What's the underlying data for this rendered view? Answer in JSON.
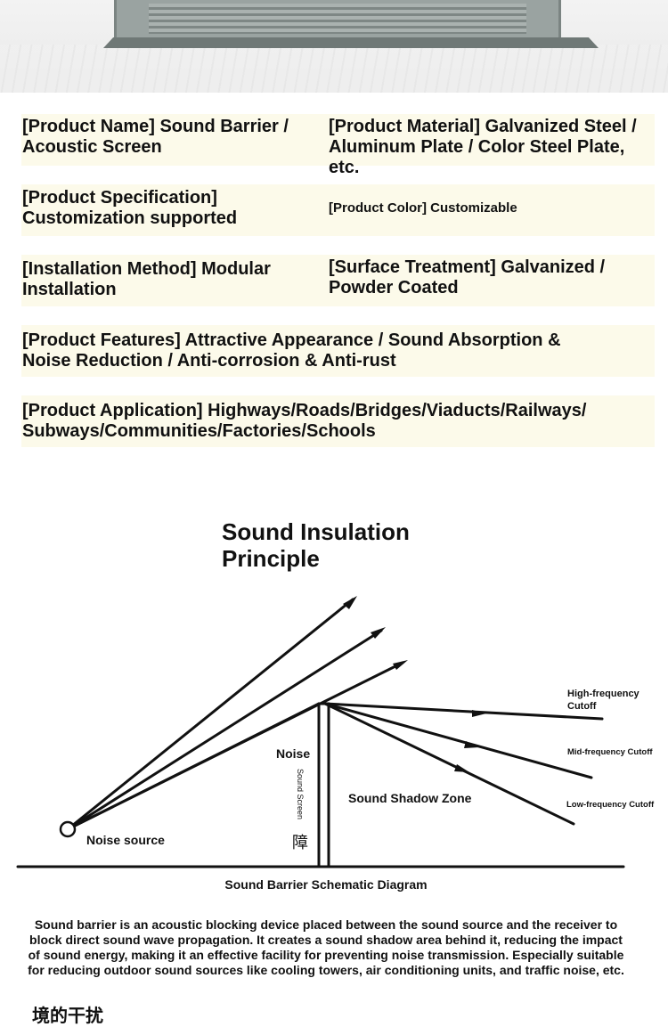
{
  "specs": {
    "name": "[Product Name] Sound Barrier / Acoustic Screen",
    "material": "[Product Material] Galvanized Steel / Aluminum Plate / Color Steel Plate, etc.",
    "specification": "[Product Specification] Customization supported",
    "color": "[Product Color] Customizable",
    "installation": "[Installation Method] Modular Installation",
    "surface": "[Surface Treatment] Galvanized / Powder Coated",
    "features": "[Product Features] Attractive Appearance / Sound Absorption & Noise Reduction / Anti-corrosion & Anti-rust",
    "application": "[Product Application] Highways/Roads/Bridges/Viaducts/Railways/ Subways/Communities/Factories/Schools"
  },
  "diagram": {
    "title": "Sound Insulation Principle",
    "noise_source": "Noise source",
    "noise": "Noise",
    "sound_screen": "Sound Screen",
    "barrier_char": "障",
    "shadow_zone": "Sound Shadow Zone",
    "high_freq": "High-frequency Cutoff",
    "mid_freq": "Mid-frequency Cutoff",
    "low_freq": "Low-frequency Cutoff",
    "caption": "Sound Barrier Schematic Diagram"
  },
  "description": "Sound barrier is an acoustic blocking device placed between the sound source and the receiver to block direct sound wave propagation. It creates a sound shadow area behind it, reducing the impact of sound energy, making it an effective facility for preventing noise transmission. Especially suitable for reducing outdoor sound sources like cooling towers, air conditioning units, and traffic noise, etc.",
  "next_heading": "境的干扰"
}
